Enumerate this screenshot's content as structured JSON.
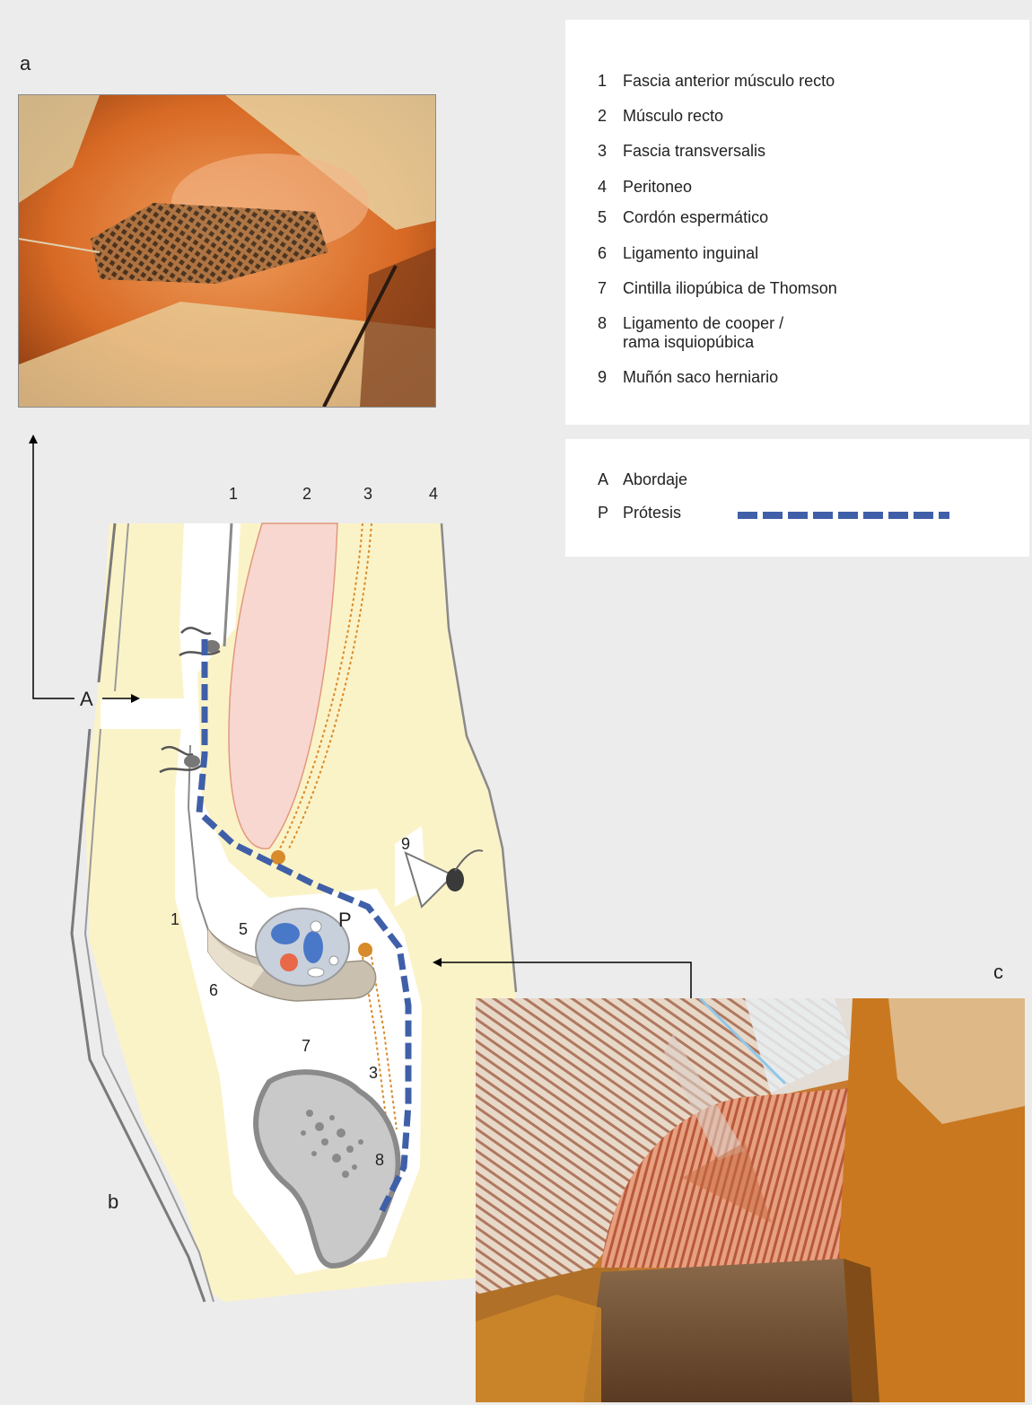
{
  "panels": {
    "a": "a",
    "b": "b",
    "c": "c"
  },
  "legend_numbers": [
    {
      "num": "1",
      "text": "Fascia anterior músculo recto"
    },
    {
      "num": "2",
      "text": "Músculo recto"
    },
    {
      "num": "3",
      "text": "Fascia transversalis"
    },
    {
      "num": "4",
      "text": "Peritoneo"
    },
    {
      "num": "5",
      "text": "Cordón espermático"
    },
    {
      "num": "6",
      "text": "Ligamento inguinal"
    },
    {
      "num": "7",
      "text": "Cintilla iliopúbica de Thomson"
    },
    {
      "num": "8",
      "text": "Ligamento de cooper /",
      "text2": "rama isquiopúbica"
    },
    {
      "num": "9",
      "text": "Muñón saco herniario"
    }
  ],
  "legend_letters": [
    {
      "key": "A",
      "text": "Abordaje"
    },
    {
      "key": "P",
      "text": "Prótesis"
    }
  ],
  "diagram_labels": {
    "top_1": "1",
    "top_2": "2",
    "top_3": "3",
    "top_4": "4",
    "A": "A",
    "P": "P",
    "n1": "1",
    "n5": "5",
    "n6": "6",
    "n7": "7",
    "n3": "3",
    "n8": "8",
    "n9": "9"
  },
  "colors": {
    "prosthesis": "#3f5fa8",
    "tissue": "#fbf3c8",
    "muscle": "#f7d7d0",
    "fascia_dots": "#d98a2a",
    "bone": "#c9c9c9"
  }
}
